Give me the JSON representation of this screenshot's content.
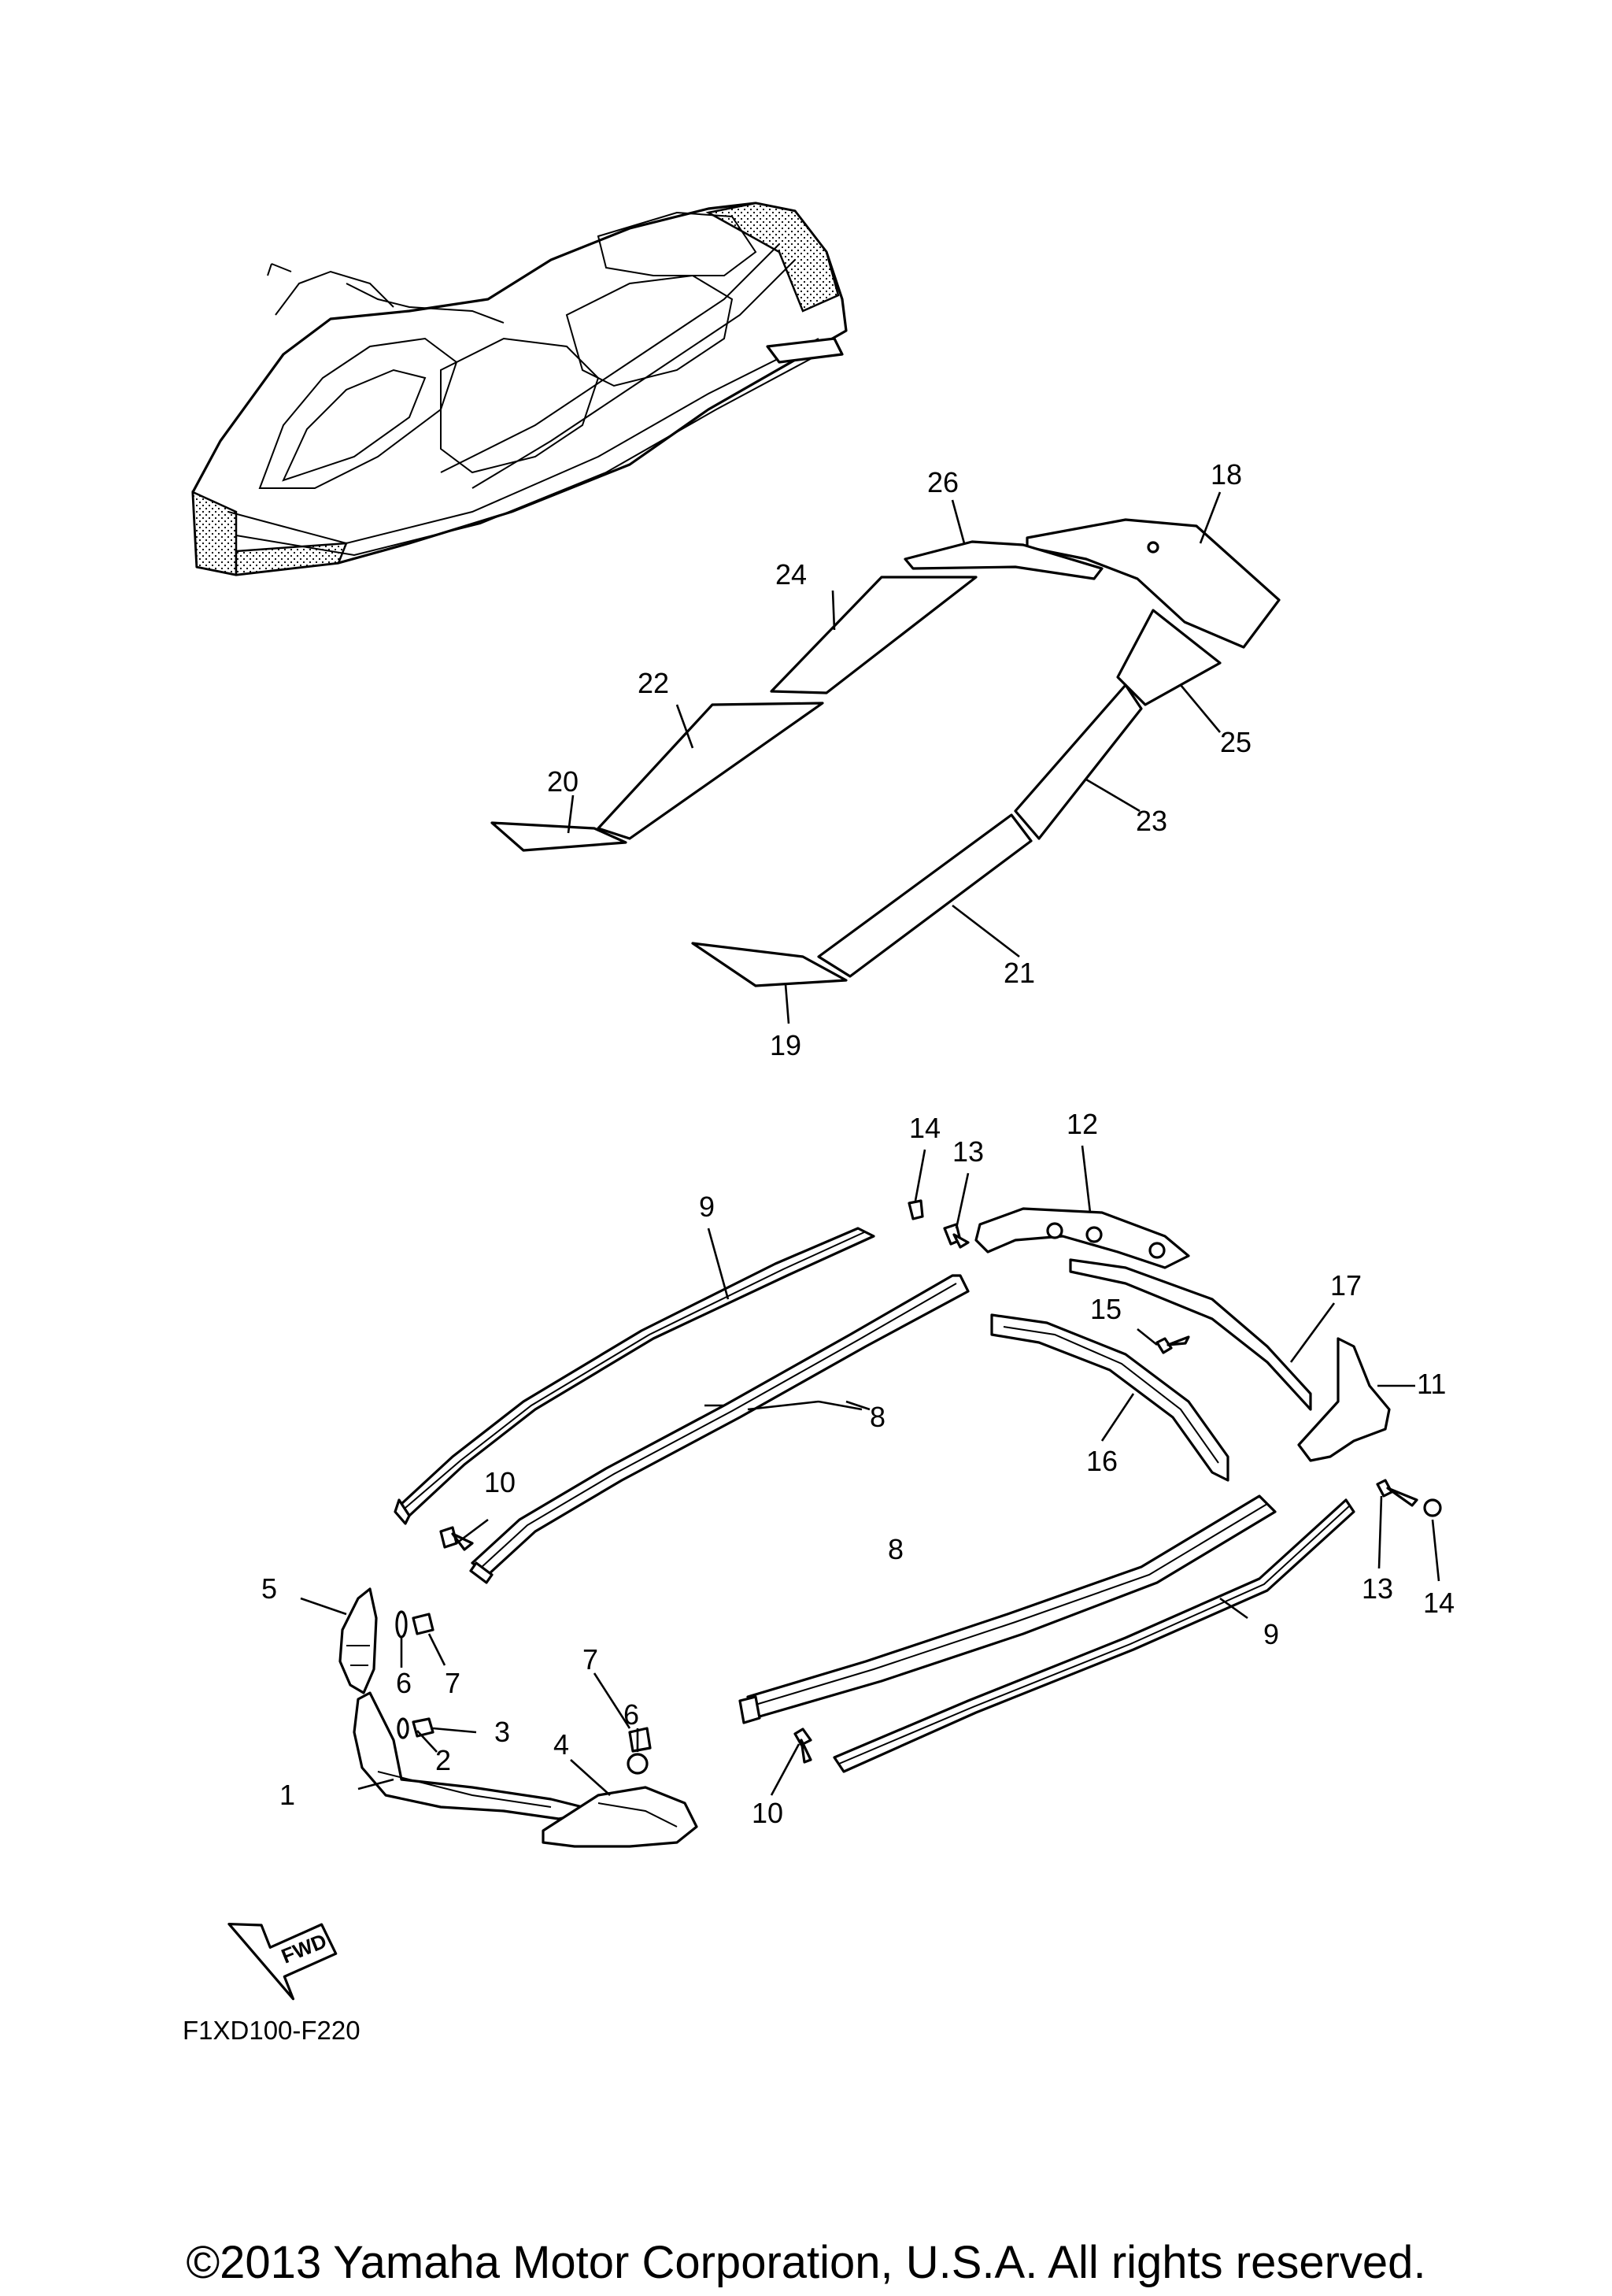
{
  "callouts": [
    {
      "label": "1"
    },
    {
      "label": "2"
    },
    {
      "label": "3"
    },
    {
      "label": "4"
    },
    {
      "label": "5"
    },
    {
      "label": "6"
    },
    {
      "label": "6"
    },
    {
      "label": "7"
    },
    {
      "label": "7"
    },
    {
      "label": "8"
    },
    {
      "label": "8"
    },
    {
      "label": "9"
    },
    {
      "label": "9"
    },
    {
      "label": "10"
    },
    {
      "label": "10"
    },
    {
      "label": "11"
    },
    {
      "label": "12"
    },
    {
      "label": "13"
    },
    {
      "label": "13"
    },
    {
      "label": "14"
    },
    {
      "label": "14"
    },
    {
      "label": "15"
    },
    {
      "label": "16"
    },
    {
      "label": "17"
    },
    {
      "label": "18"
    },
    {
      "label": "19"
    },
    {
      "label": "20"
    },
    {
      "label": "21"
    },
    {
      "label": "22"
    },
    {
      "label": "23"
    },
    {
      "label": "24"
    },
    {
      "label": "25"
    },
    {
      "label": "26"
    }
  ],
  "direction_label": "FWD",
  "diagram_code": "F1XD100-F220",
  "copyright": "©2013 Yamaha Motor Corporation, U.S.A. All rights reserved."
}
